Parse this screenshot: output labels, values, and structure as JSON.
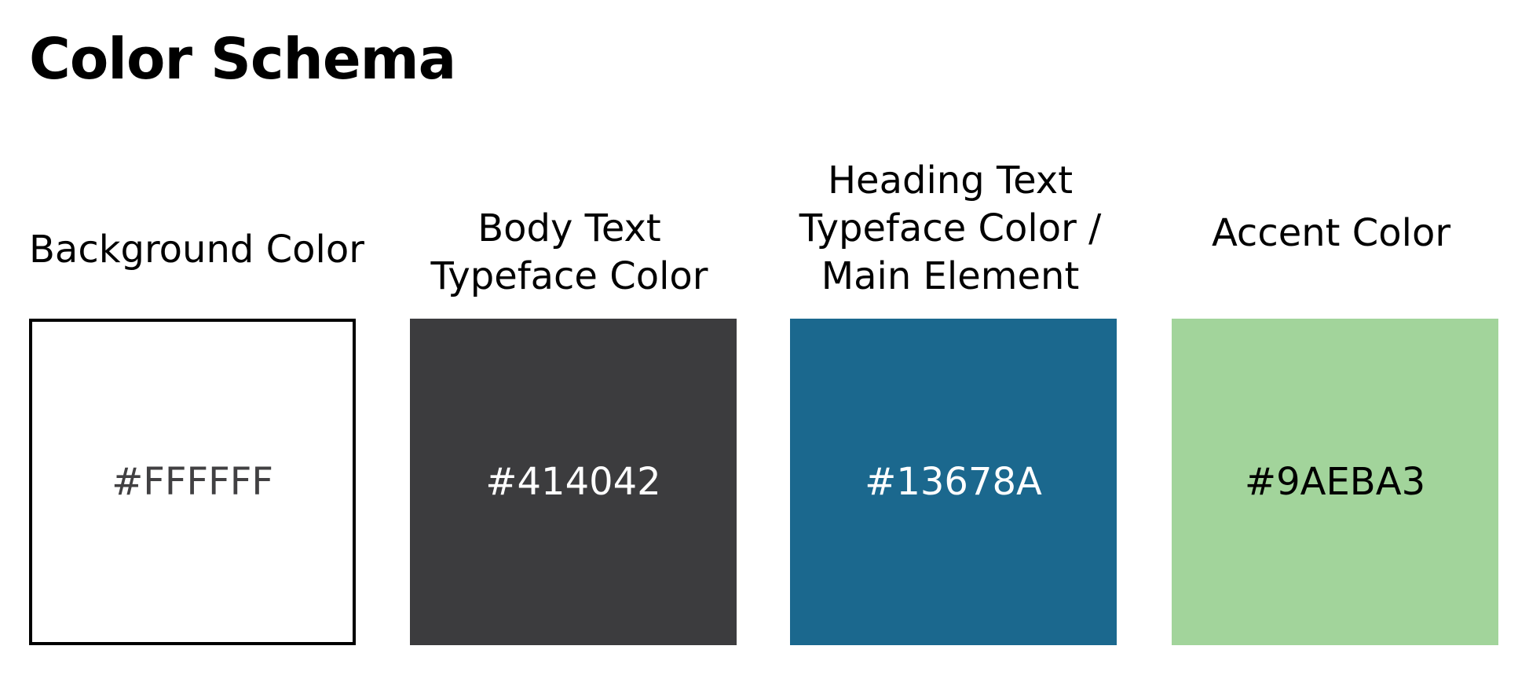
{
  "title": "Color Schema",
  "swatches": [
    {
      "label_lines": [
        "Background Color"
      ],
      "hex_label": "#FFFFFF",
      "fill": "#FFFFFF",
      "border": "#000000",
      "text_color": "#414042"
    },
    {
      "label_lines": [
        "Body Text",
        "Typeface Color"
      ],
      "hex_label": "#414042",
      "fill": "#3C3C3E",
      "border": "",
      "text_color": "#FFFFFF"
    },
    {
      "label_lines": [
        "Heading Text",
        "Typeface Color /",
        "Main Element"
      ],
      "hex_label": "#13678A",
      "fill": "#1B688E",
      "border": "",
      "text_color": "#FFFFFF"
    },
    {
      "label_lines": [
        "Accent Color"
      ],
      "hex_label": "#9AEBA3",
      "fill": "#A2D49B",
      "border": "",
      "text_color": "#000000"
    }
  ]
}
